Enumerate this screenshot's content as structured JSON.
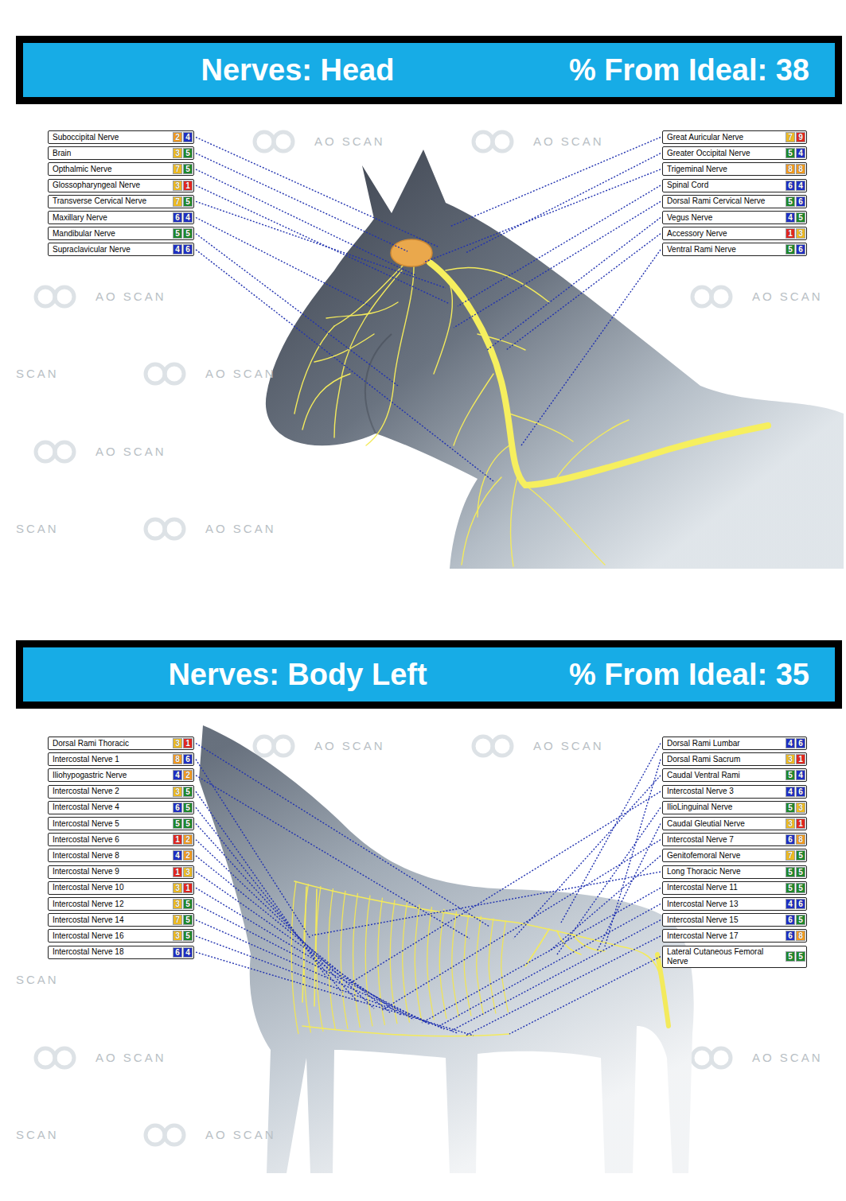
{
  "diagram": {
    "nodes": [
      {
        "text": [
          "Nerves: Head",
          "% From Ideal: 38"
        ]
      },
      {
        "text": [
          "Suboccipital Nerve",
          "2",
          "4"
        ]
      },
      {
        "text": [
          "Brain",
          "3",
          "5"
        ]
      },
      {
        "text": [
          "Opthalmic Nerve",
          "7",
          "5"
        ]
      },
      {
        "text": [
          "Glossopharyngeal Nerve",
          "3",
          "1"
        ]
      },
      {
        "text": [
          "Transverse Cervical Nerve",
          "7",
          "5"
        ]
      },
      {
        "text": [
          "Maxillary Nerve",
          "6",
          "4"
        ]
      },
      {
        "text": [
          "Mandibular Nerve",
          "5",
          "5"
        ]
      },
      {
        "text": [
          "Supraclavicular Nerve",
          "4",
          "6"
        ]
      },
      {
        "text": [
          "Great Auricular Nerve",
          "7",
          "9"
        ]
      },
      {
        "text": [
          "Greater Occipital Nerve",
          "5",
          "4"
        ]
      },
      {
        "text": [
          "Trigeminal Nerve",
          "8",
          "8"
        ]
      },
      {
        "text": [
          "Spinal Cord",
          "6",
          "4"
        ]
      },
      {
        "text": [
          "Dorsal Rami Cervical Nerve",
          "5",
          "6"
        ]
      },
      {
        "text": [
          "Vegus Nerve",
          "4",
          "5"
        ]
      },
      {
        "text": [
          "Accessory Nerve",
          "1",
          "3"
        ]
      },
      {
        "text": [
          "Ventral Rami Nerve",
          "5",
          "6"
        ]
      },
      {
        "text": [
          "Nerves: Body Left",
          "% From Ideal: 35"
        ]
      },
      {
        "text": [
          "Dorsal Rami Thoracic",
          "3",
          "1"
        ]
      },
      {
        "text": [
          "Intercostal Nerve 1",
          "8",
          "6"
        ]
      },
      {
        "text": [
          "Iliohypogastric Nerve",
          "4",
          "2"
        ]
      },
      {
        "text": [
          "Intercostal Nerve 2",
          "3",
          "5"
        ]
      },
      {
        "text": [
          "Intercostal Nerve 4",
          "6",
          "5"
        ]
      },
      {
        "text": [
          "Intercostal Nerve 5",
          "5",
          "5"
        ]
      },
      {
        "text": [
          "Intercostal Nerve 6",
          "1",
          "2"
        ]
      },
      {
        "text": [
          "Intercostal Nerve 8",
          "4",
          "2"
        ]
      },
      {
        "text": [
          "Intercostal Nerve 9",
          "1",
          "3"
        ]
      },
      {
        "text": [
          "Intercostal Nerve 10",
          "3",
          "1"
        ]
      },
      {
        "text": [
          "Intercostal Nerve 12",
          "3",
          "5"
        ]
      },
      {
        "text": [
          "Intercostal Nerve 14",
          "7",
          "5"
        ]
      },
      {
        "text": [
          "Intercostal Nerve 16",
          "3",
          "5"
        ]
      },
      {
        "text": [
          "Intercostal Nerve 18",
          "6",
          "4"
        ]
      },
      {
        "text": [
          "Dorsal Rami Lumbar",
          "4",
          "6"
        ]
      },
      {
        "text": [
          "Dorsal Rami Sacrum",
          "3",
          "1"
        ]
      },
      {
        "text": [
          "Caudal Ventral Rami",
          "5",
          "4"
        ]
      },
      {
        "text": [
          "Intercostal Nerve 3",
          "4",
          "6"
        ]
      },
      {
        "text": [
          "IlioLinguinal Nerve",
          "5",
          "3"
        ]
      },
      {
        "text": [
          "Caudal Gleutial Nerve",
          "3",
          "1"
        ]
      },
      {
        "text": [
          "Intercostal Nerve 7",
          "6",
          "8"
        ]
      },
      {
        "text": [
          "Genitofemoral Nerve",
          "7",
          "5"
        ]
      },
      {
        "text": [
          "Long Thoracic Nerve",
          "5",
          "5"
        ]
      },
      {
        "text": [
          "Intercostal Nerve 11",
          "5",
          "5"
        ]
      },
      {
        "text": [
          "Intercostal Nerve 13",
          "4",
          "6"
        ]
      },
      {
        "text": [
          "Intercostal Nerve 15",
          "6",
          "5"
        ]
      },
      {
        "text": [
          "Intercostal Nerve 17",
          "6",
          "8"
        ]
      },
      {
        "text": [
          "Lateral Cutaneous Femoral Nerve",
          "5",
          "5"
        ]
      }
    ],
    "labels": [
      "AO SCAN",
      "AO SCAN",
      "AO SCAN",
      "AO SCAN",
      "SCAN",
      "AO SCAN",
      "AO SCAN",
      "SCAN",
      "AO SCAN",
      "AO SCAN",
      "AO SCAN",
      "SCAN",
      "AO SCAN",
      "AO SCAN",
      "SCAN",
      "AO SCAN"
    ]
  }
}
